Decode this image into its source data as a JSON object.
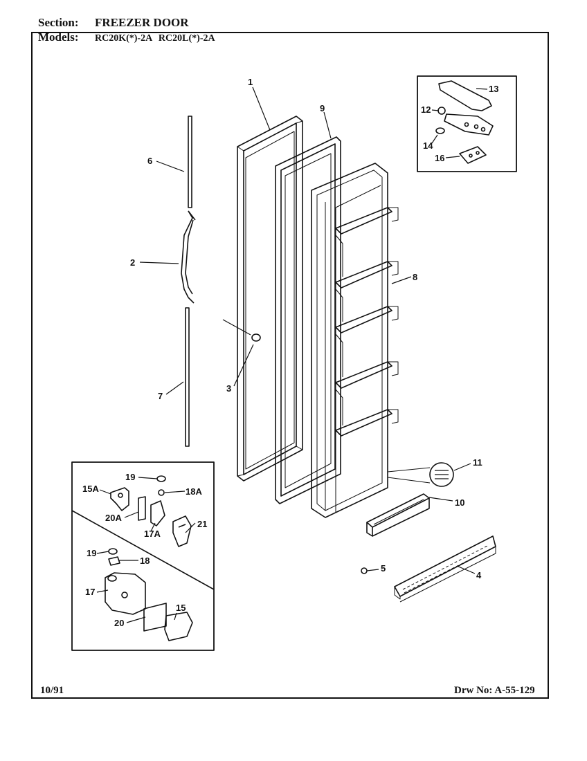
{
  "header": {
    "section_label": "Section:",
    "section_value": "FREEZER DOOR",
    "models_label": "Models:",
    "models_value": "RC20K(*)-2A  RC20L(*)-2A"
  },
  "footer": {
    "date": "10/91",
    "drawing_number": "Drw No: A-55-129"
  },
  "callouts": {
    "c1": "1",
    "c2": "2",
    "c3": "3",
    "c4": "4",
    "c5": "5",
    "c6": "6",
    "c7": "7",
    "c8": "8",
    "c9": "9",
    "c10": "10",
    "c11": "11",
    "c12": "12",
    "c13": "13",
    "c14": "14",
    "c15": "15",
    "c15a": "15A",
    "c16": "16",
    "c17": "17",
    "c17a": "17A",
    "c18": "18",
    "c18a": "18A",
    "c19a": "19",
    "c19b": "19",
    "c20": "20",
    "c20a": "20A",
    "c21": "21"
  }
}
